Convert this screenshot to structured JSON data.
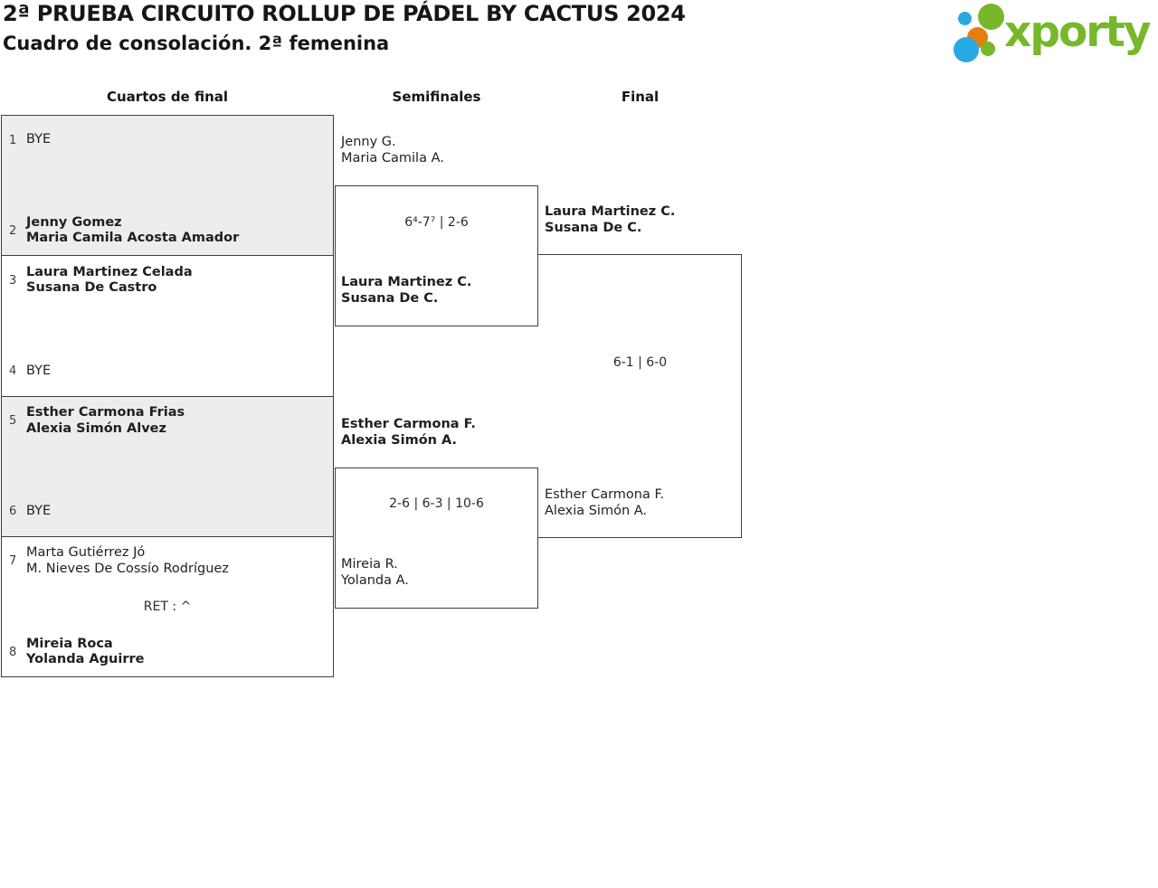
{
  "title": {
    "line1": "2ª PRUEBA CIRCUITO ROLLUP DE PÁDEL BY CACTUS 2024",
    "line2": "Cuadro de consolación. 2ª femenina"
  },
  "logo": {
    "text": "xporty"
  },
  "colors": {
    "logo_green": "#76b82a",
    "logo_blue": "#29a9e1",
    "logo_orange": "#e87d0f",
    "border": "#3d3d3d",
    "row_alt_bg": "#ededed"
  },
  "round_titles": [
    "Cuartos de final",
    "Semifinales",
    "Final"
  ],
  "quarterfinals": [
    {
      "teams": [
        {
          "seed": "1",
          "players": [
            "BYE"
          ],
          "winner": false
        },
        {
          "seed": "2",
          "players": [
            "Jenny Gomez",
            "Maria Camila Acosta Amador"
          ],
          "winner": true
        }
      ],
      "score": ""
    },
    {
      "teams": [
        {
          "seed": "3",
          "players": [
            "Laura Martinez Celada",
            "Susana De Castro"
          ],
          "winner": true
        },
        {
          "seed": "4",
          "players": [
            "BYE"
          ],
          "winner": false
        }
      ],
      "score": ""
    },
    {
      "teams": [
        {
          "seed": "5",
          "players": [
            "Esther Carmona Frias",
            "Alexia Simón Alvez"
          ],
          "winner": true
        },
        {
          "seed": "6",
          "players": [
            "BYE"
          ],
          "winner": false
        }
      ],
      "score": ""
    },
    {
      "teams": [
        {
          "seed": "7",
          "players": [
            "Marta Gutiérrez Jó",
            "M. Nieves De Cossío Rodríguez"
          ],
          "winner": false
        },
        {
          "seed": "8",
          "players": [
            "Mireia Roca",
            "Yolanda Aguirre"
          ],
          "winner": true
        }
      ],
      "score": "RET : ^"
    }
  ],
  "semifinals": [
    {
      "top": {
        "players": [
          "Jenny G.",
          "Maria Camila A."
        ],
        "winner": false
      },
      "bottom": {
        "players": [
          "Laura Martinez C.",
          "Susana De C."
        ],
        "winner": true
      },
      "score": "6⁴-7⁷ | 2-6"
    },
    {
      "top": {
        "players": [
          "Esther Carmona F.",
          "Alexia Simón A."
        ],
        "winner": true
      },
      "bottom": {
        "players": [
          "Mireia R.",
          "Yolanda A."
        ],
        "winner": false
      },
      "score": "2-6 | 6-3 | 10-6"
    }
  ],
  "final": {
    "top": {
      "players": [
        "Laura Martinez C.",
        "Susana De C."
      ],
      "winner": true
    },
    "bottom": {
      "players": [
        "Esther Carmona F.",
        "Alexia Simón A."
      ],
      "winner": false
    },
    "score": "6-1 | 6-0"
  }
}
